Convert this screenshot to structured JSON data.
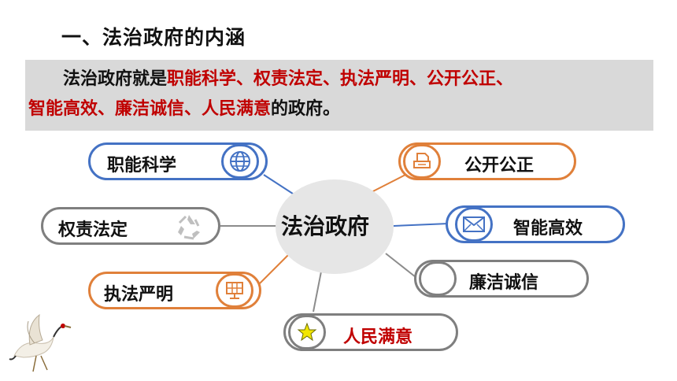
{
  "heading": "一、法治政府的内涵",
  "definition": {
    "prefix": "法治政府就是",
    "highlight1": "职能科学、权责法定、执法严明、公开公正、",
    "highlight2": "智能高效、廉洁诚信、人民满意",
    "suffix": "的政府。"
  },
  "center": "法治政府",
  "nodes": {
    "n1": {
      "label": "职能科学",
      "icon": "globe-icon"
    },
    "n2": {
      "label": "权责法定",
      "icon": "recycle-icon"
    },
    "n3": {
      "label": "执法严明",
      "icon": "solar-panel-icon"
    },
    "n4": {
      "label": "人民满意",
      "icon": "star-icon"
    },
    "n5": {
      "label": "廉洁诚信",
      "icon": ""
    },
    "n6": {
      "label": "智能高效",
      "icon": "envelope-icon"
    },
    "n7": {
      "label": "公开公正",
      "icon": "printer-icon"
    }
  },
  "colors": {
    "accent_red": "#c00000",
    "blue": "#4472c4",
    "orange": "#e0803a",
    "gray": "#7f7f7f",
    "box_bg": "#d9d9d9"
  }
}
